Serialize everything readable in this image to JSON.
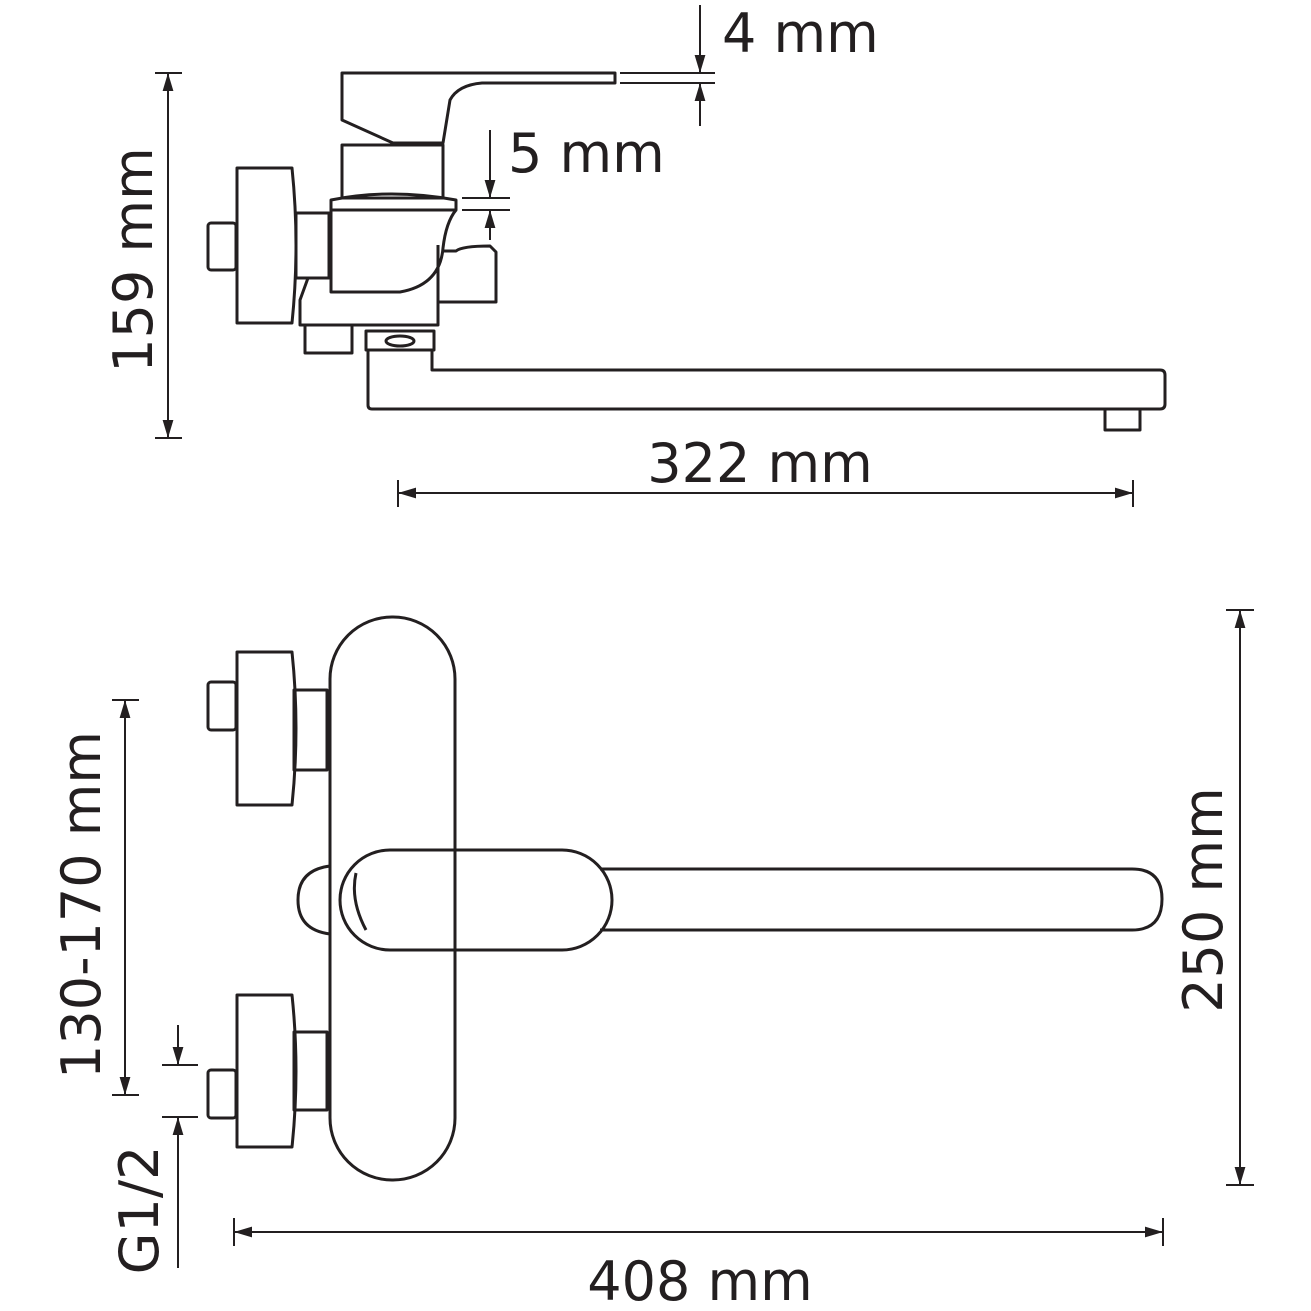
{
  "drawing": {
    "side_view": {
      "dimensions": {
        "height": "159 mm",
        "lever_gap": "4 mm",
        "body_gap": "5 mm",
        "spout_reach": "322 mm"
      }
    },
    "front_view": {
      "dimensions": {
        "total_height": "250 mm",
        "center_distance": "130-170 mm",
        "thread": "G1/2",
        "total_width": "408 mm"
      }
    },
    "line_color": "#231f20"
  }
}
